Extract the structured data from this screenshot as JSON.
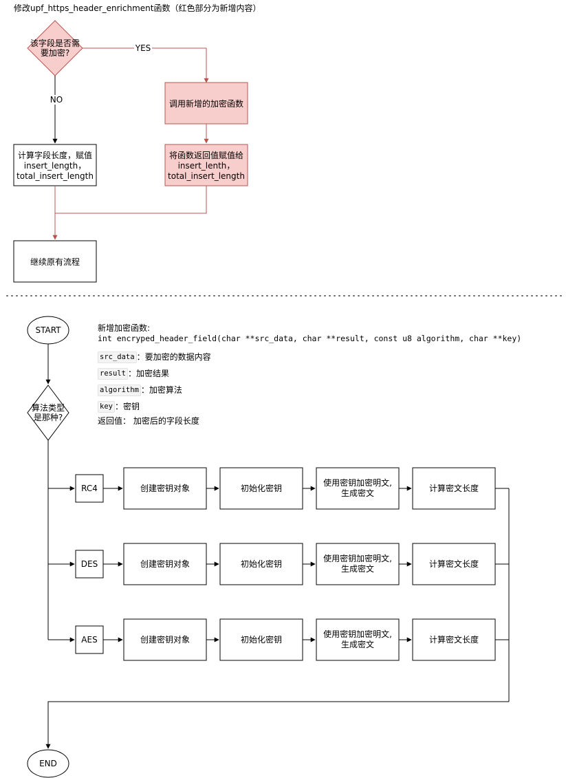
{
  "title": "修改upf_https_header_enrichment函数（红色部分为新增内容）",
  "top_flow": {
    "decision": [
      "该字段是否需",
      "要加密?"
    ],
    "yes_label": "YES",
    "no_label": "NO",
    "call_new": "调用新增的加密函数",
    "assign_return": [
      "将函数返回值赋值给",
      "insert_lenth，",
      "total_insert_length"
    ],
    "compute_length": [
      "计算字段长度，赋值",
      "insert_length，",
      "total_insert_length"
    ],
    "continue": "继续原有流程"
  },
  "bottom_flow": {
    "start": "START",
    "end": "END",
    "decision": [
      "算法类型",
      "是那种?"
    ],
    "branches": [
      {
        "algo": "RC4",
        "steps": [
          "创建密钥对象",
          "初始化密钥",
          [
            "使用密钥加密明文,",
            "生成密文"
          ],
          "计算密文长度"
        ]
      },
      {
        "algo": "DES",
        "steps": [
          "创建密钥对象",
          "初始化密钥",
          [
            "使用密钥加密明文,",
            "生成密文"
          ],
          "计算密文长度"
        ]
      },
      {
        "algo": "AES",
        "steps": [
          "创建密钥对象",
          "初始化密钥",
          [
            "使用密钥加密明文,",
            "生成密文"
          ],
          "计算密文长度"
        ]
      }
    ]
  },
  "notes": {
    "heading": "新增加密函数:",
    "signature": "int encryped_header_field(char **src_data, char **result, const u8 algorithm, char **key)",
    "params": [
      {
        "name": "src_data",
        "desc": "：要加密的数据内容"
      },
      {
        "name": "result",
        "desc": "：加密结果"
      },
      {
        "name": "algorithm",
        "desc": "：加密算法"
      },
      {
        "name": "key",
        "desc": "：密钥"
      }
    ],
    "return": "返回值： 加密后的字段长度"
  },
  "colors": {
    "highlight_fill": "#f8cecc",
    "highlight_stroke": "#b85450",
    "stroke": "#000000",
    "dotted": "#666666"
  }
}
